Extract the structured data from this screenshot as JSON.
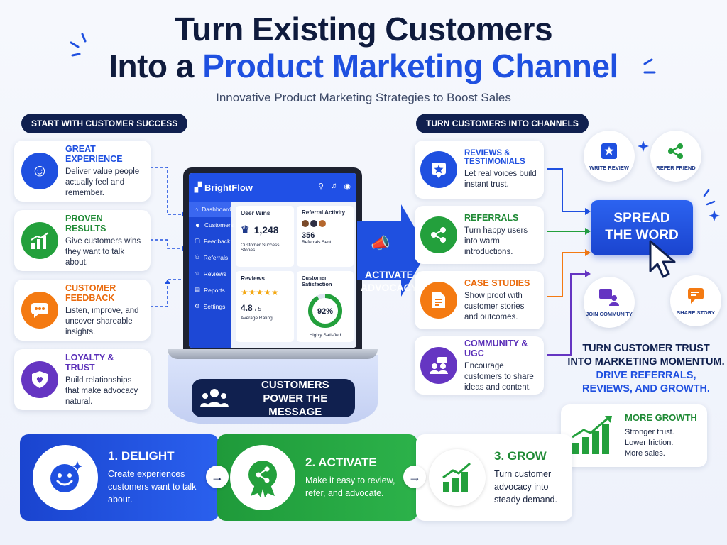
{
  "header": {
    "title_line1": "Turn Existing Customers",
    "title_line2_a": "Into a ",
    "title_line2_b": "Product Marketing Channel",
    "subtitle": "Innovative Product Marketing Strategies to Boost Sales"
  },
  "left": {
    "heading": "START WITH CUSTOMER SUCCESS",
    "cards": [
      {
        "title": "GREAT EXPERIENCE",
        "desc": "Deliver value people actually feel and remember.",
        "icon": "smile-check-icon",
        "color": "#1f50e0"
      },
      {
        "title": "PROVEN RESULTS",
        "desc": "Give customers wins they want to talk about.",
        "icon": "bar-chart-icon",
        "color": "#23a03c"
      },
      {
        "title": "CUSTOMER FEEDBACK",
        "desc": "Listen, improve, and uncover shareable insights.",
        "icon": "chat-bubble-icon",
        "color": "#f47a12"
      },
      {
        "title": "LOYALTY & TRUST",
        "desc": "Build relationships that make advocacy natural.",
        "icon": "shield-heart-icon",
        "color": "#6535c2"
      }
    ]
  },
  "dashboard": {
    "brand": "BrightFlow",
    "nav": [
      "Dashboard",
      "Customers",
      "Feedback",
      "Referrals",
      "Reviews",
      "Reports",
      "Settings"
    ],
    "user_wins": {
      "label": "User Wins",
      "value": "1,248",
      "caption": "Customer Success Stories"
    },
    "referral": {
      "label": "Referral Activity",
      "value": "356",
      "caption": "Referrals Sent"
    },
    "reviews": {
      "label": "Reviews",
      "stars": "★★★★★",
      "value": "4.8",
      "suffix": "/ 5",
      "caption": "Average Rating"
    },
    "satisfaction": {
      "label": "Customer Satisfaction",
      "value": "92%",
      "fraction": 0.92,
      "caption": "Highly Satisfied"
    }
  },
  "pedestal": {
    "line1": "CUSTOMERS",
    "line2": "POWER THE MESSAGE"
  },
  "center_arrow": {
    "line1": "ACTIVATE",
    "line2": "ADVOCACY"
  },
  "right": {
    "heading": "TURN CUSTOMERS INTO CHANNELS",
    "cards": [
      {
        "title": "REVIEWS & TESTIMONIALS",
        "desc": "Let real voices build instant trust.",
        "icon": "star-badge-icon"
      },
      {
        "title": "REFERRALS",
        "desc": "Turn happy users into warm introductions.",
        "icon": "share-icon"
      },
      {
        "title": "CASE STUDIES",
        "desc": "Show proof with customer stories and outcomes.",
        "icon": "document-icon"
      },
      {
        "title": "COMMUNITY & UGC",
        "desc": "Encourage customers to share ideas and content.",
        "icon": "community-icon"
      }
    ]
  },
  "far_right": {
    "write_review": "WRITE REVIEW",
    "refer_friend": "REFER FRIEND",
    "spread_line1": "SPREAD",
    "spread_line2": "THE WORD",
    "join_community": "JOIN COMMUNITY",
    "share_story": "SHARE STORY",
    "momentum_line1": "TURN CUSTOMER TRUST",
    "momentum_line2": "INTO MARKETING MOMENTUM.",
    "momentum_line3": "DRIVE REFERRALS,",
    "momentum_line4": "REVIEWS, AND GROWTH.",
    "growth_title": "MORE GROWTH",
    "growth_lines": [
      "Stronger trust.",
      "Lower friction.",
      "More sales."
    ]
  },
  "flow": [
    {
      "title": "1. DELIGHT",
      "desc": "Create experiences customers want to talk about."
    },
    {
      "title": "2. ACTIVATE",
      "desc": "Make it easy to review, refer, and advocate."
    },
    {
      "title": "3. GROW",
      "desc": "Turn customer advocacy into steady demand."
    }
  ]
}
